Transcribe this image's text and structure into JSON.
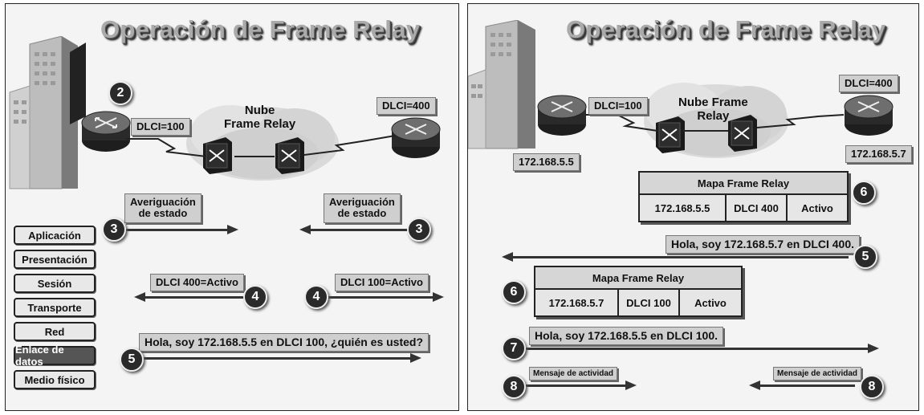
{
  "left_panel": {
    "title": "Operación de Frame Relay",
    "step2": "2",
    "dlci_left": "DLCI=100",
    "dlci_right": "DLCI=400",
    "cloud_label": "Nube\nFrame Relay",
    "inquiry_left": "Averiguación\nde estado",
    "inquiry_right": "Averiguación\nde estado",
    "step3_left": "3",
    "step3_right": "3",
    "status_left": "DLCI 400=Activo",
    "status_right": "DLCI 100=Activo",
    "step4_left": "4",
    "step4_right": "4",
    "hello_msg": "Hola, soy 172.168.5.5 en DLCI 100, ¿quién es usted?",
    "step5": "5",
    "osi_layers": [
      "Aplicación",
      "Presentación",
      "Sesión",
      "Transporte",
      "Red",
      "Enlace de datos",
      "Medio físico"
    ],
    "osi_highlight_index": 5
  },
  "right_panel": {
    "title": "Operación de Frame Relay",
    "dlci_left": "DLCI=100",
    "dlci_right": "DLCI=400",
    "cloud_label": "Nube Frame\nRelay",
    "ip_left": "172.168.5.5",
    "ip_right": "172.168.5.7",
    "map1": {
      "title": "Mapa Frame Relay",
      "ip": "172.168.5.5",
      "dlci": "DLCI 400",
      "status": "Activo"
    },
    "step6_top": "6",
    "reply_msg": "Hola, soy 172.168.5.7 en DLCI 400.",
    "step5": "5",
    "map2": {
      "title": "Mapa Frame Relay",
      "ip": "172.168.5.7",
      "dlci": "DLCI 100",
      "status": "Activo"
    },
    "step6_mid": "6",
    "ack_msg": "Hola, soy 172.168.5.5 en DLCI 100.",
    "step7": "7",
    "keepalive_left": "Mensaje de actividad",
    "keepalive_right": "Mensaje de actividad",
    "step8_left": "8",
    "step8_right": "8"
  }
}
